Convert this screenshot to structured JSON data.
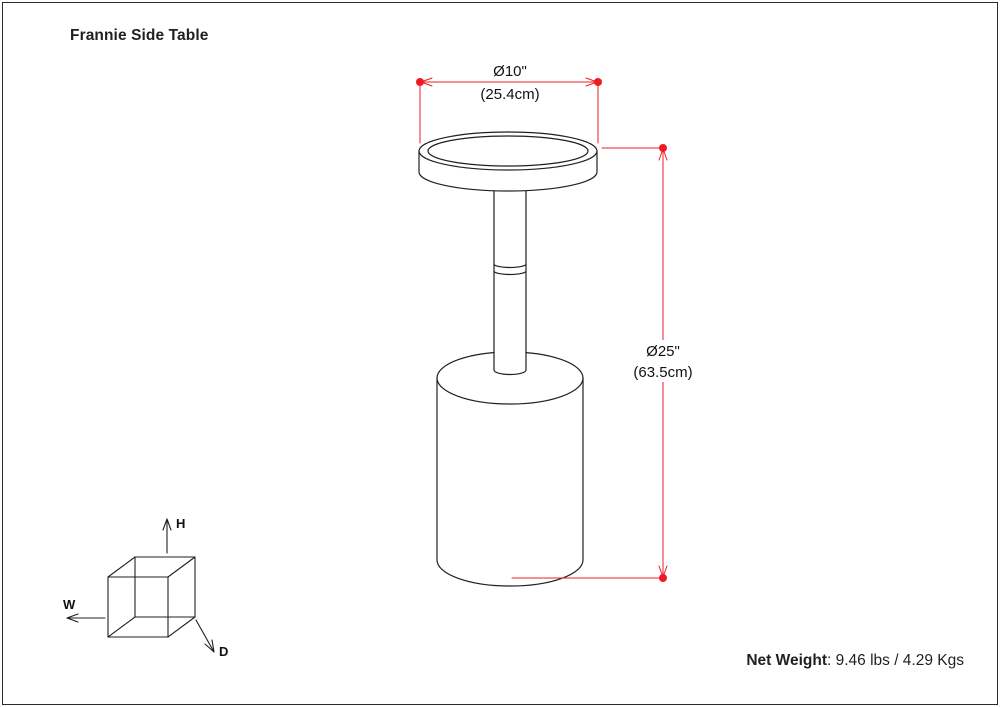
{
  "header": {
    "title": "Frannie Side Table"
  },
  "dimension_annotations": {
    "top_width": {
      "imperial": "Ø10\"",
      "metric": "(25.4cm)"
    },
    "right_height": {
      "imperial": "Ø25\"",
      "metric": "(63.5cm)"
    }
  },
  "axis_indicator": {
    "height_label": "H",
    "width_label": "W",
    "depth_label": "D"
  },
  "footer": {
    "net_weight_label": "Net Weight",
    "net_weight_value": ": 9.46 lbs / 4.29 Kgs"
  },
  "colors": {
    "dimension_red": "#ed1c24",
    "line_black": "#231f20",
    "background": "#ffffff"
  }
}
